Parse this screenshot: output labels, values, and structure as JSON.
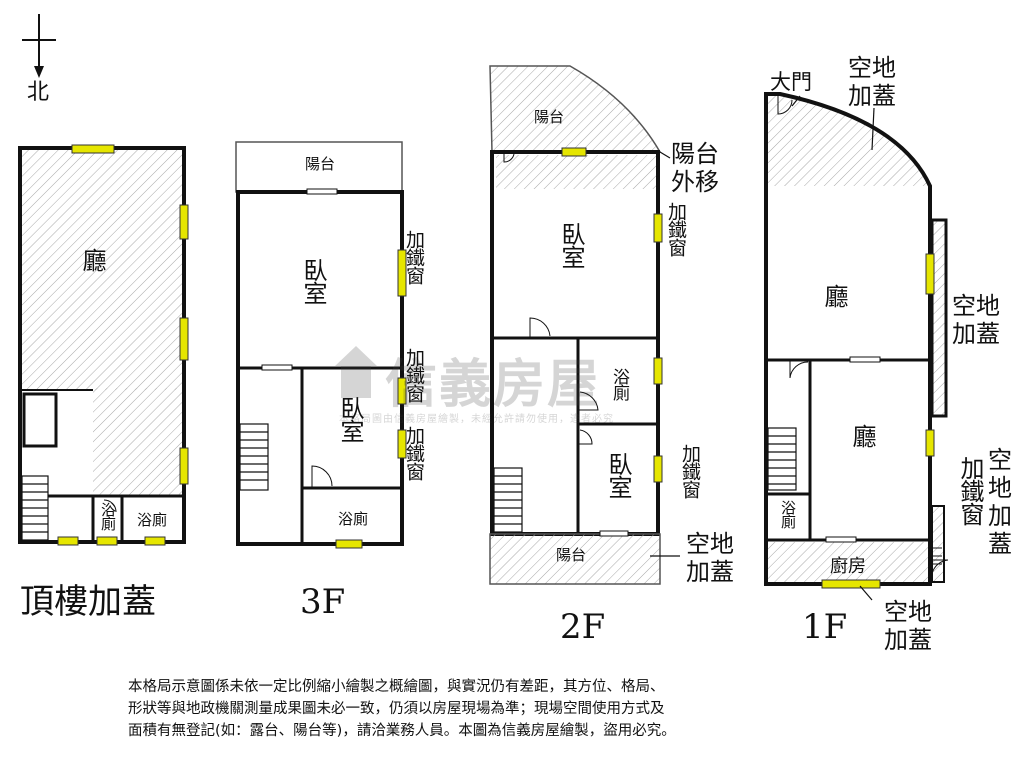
{
  "compass": {
    "north_label": "北"
  },
  "floors": {
    "roof": {
      "caption": "頂樓加蓋",
      "rooms": {
        "hall": "廳",
        "bath_left": "浴廁",
        "bath_right": "浴廁"
      }
    },
    "f3": {
      "caption": "3F",
      "rooms": {
        "balcony": "陽台",
        "bedroom_top": "臥室",
        "bedroom_mid": "臥室",
        "bath": "浴廁"
      },
      "annotations": {
        "iron_window_1": "加鐵窗",
        "iron_window_2": "加鐵窗",
        "iron_window_3": "加鐵窗"
      }
    },
    "f2": {
      "caption": "2F",
      "rooms": {
        "balcony_top": "陽台",
        "bedroom_top": "臥室",
        "bath": "浴廁",
        "bedroom_bottom": "臥室",
        "balcony_bottom": "陽台"
      },
      "annotations": {
        "balcony_moved": "陽台外移",
        "iron_window_1": "加鐵窗",
        "iron_window_2": "加鐵窗",
        "empty_lot_addition": "空地加蓋"
      }
    },
    "f1": {
      "caption": "1F",
      "rooms": {
        "hall_top": "廳",
        "hall_bottom": "廳",
        "bath": "浴廁",
        "kitchen": "廚房"
      },
      "annotations": {
        "main_gate": "大門",
        "empty_lot_top": "空地加蓋",
        "empty_lot_right": "空地加蓋",
        "iron_window": "加鐵窗",
        "empty_lot_side": "空地加蓋",
        "empty_lot_bottom": "空地加蓋"
      }
    }
  },
  "watermark": {
    "brand": "信義房屋",
    "notice": "本格局圖由信義房屋繪製，未經允許請勿使用，違者必究"
  },
  "disclaimer": {
    "line1": "本格局示意圖係未依一定比例縮小繪製之概繪圖，與實況仍有差距，其方位、格局、",
    "line2": "形狀等與地政機關測量成果圖未必一致，仍須以房屋現場為準；現場空間使用方式及",
    "line3": "面積有無登記(如：露台、陽台等)，請洽業務人員。本圖為信義房屋繪製，盜用必究。"
  },
  "colors": {
    "wall": "#111111",
    "window": "#e6e600",
    "hatch": "#9a9a9a"
  }
}
